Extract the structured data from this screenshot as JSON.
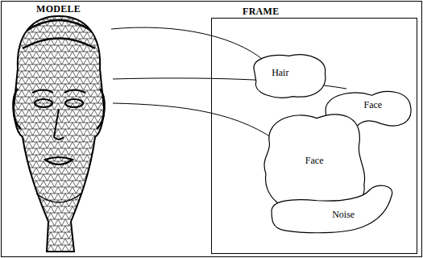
{
  "diagram": {
    "nodes": [
      {
        "text": [
          "FRAME"
        ]
      },
      {
        "text": [
          "Hair"
        ],
        "in": 0
      },
      {
        "text": [
          "Face"
        ],
        "in": 0
      },
      {
        "text": [
          "Face"
        ],
        "in": 0
      },
      {
        "text": [
          "Noise"
        ],
        "in": 0
      }
    ],
    "labels": [
      "MODELE"
    ]
  }
}
